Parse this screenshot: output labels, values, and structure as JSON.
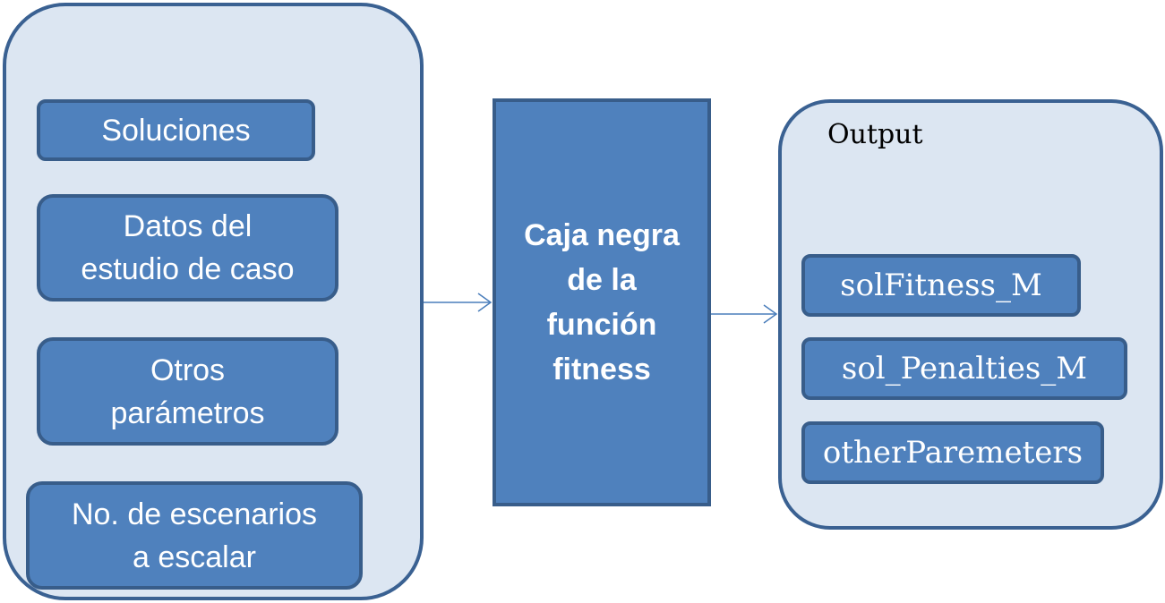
{
  "inputs": {
    "items": [
      {
        "lines": [
          "Soluciones"
        ]
      },
      {
        "lines": [
          "Datos del",
          "estudio de caso"
        ]
      },
      {
        "lines": [
          "Otros",
          "parámetros"
        ]
      },
      {
        "lines": [
          "No. de escenarios",
          "a escalar"
        ]
      }
    ]
  },
  "black_box": {
    "lines": [
      "Caja negra",
      "de la",
      "función",
      "fitness"
    ]
  },
  "output": {
    "title": "Output",
    "items": [
      {
        "label": "solFitness_M"
      },
      {
        "label": "sol_Penalties_M"
      },
      {
        "label": "otherParemeters"
      }
    ]
  },
  "colors": {
    "panel_fill": "#dce6f2",
    "panel_border": "#3a6192",
    "box_fill": "#4f81bd",
    "box_border": "#385d8a",
    "arrow": "#4a7ebb"
  }
}
